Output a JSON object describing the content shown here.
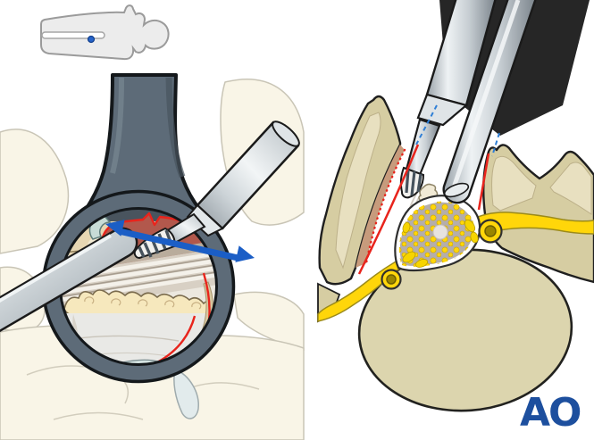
{
  "figure": {
    "type": "surgical-technique-illustration",
    "left_panel": "microscope-view-through-tubular-retractor",
    "right_panel": "axial-vertebra-cross-section-with-instruments",
    "position_indicator": "patient-prone-position",
    "logo": {
      "text": "AO"
    }
  },
  "palette": {
    "bg": "#ffffff",
    "retractorSlate": "#5d6b78",
    "retractorEdge": "#14181b",
    "instrumentLight": "#eef1f3",
    "instrumentMid": "#c9d0d5",
    "instrumentDark": "#8e979e",
    "bonePale": "#f8f4e6",
    "bonePaleOutline": "#c9c5b6",
    "boneTan": "#d6cda2",
    "boneInner": "#e8e0c0",
    "vertebralBody": "#dcd5ae",
    "discRed": "#b2584c",
    "markRed": "#e8241c",
    "resectionBrown": "#c79b7c",
    "tealCartilage": "#c8dcd6",
    "epiduralFat": "#f6e8bd",
    "duraGray": "#b5aeaa",
    "nerveYellow": "#ffd60a",
    "nerveOlive": "#9a8500",
    "arrowBlue": "#1b5ec6",
    "dashedBlue": "#2f7fd6",
    "logoBlue": "#1d4f9e",
    "indicatorFill": "#ececec",
    "indicatorStroke": "#9b9b9b"
  }
}
